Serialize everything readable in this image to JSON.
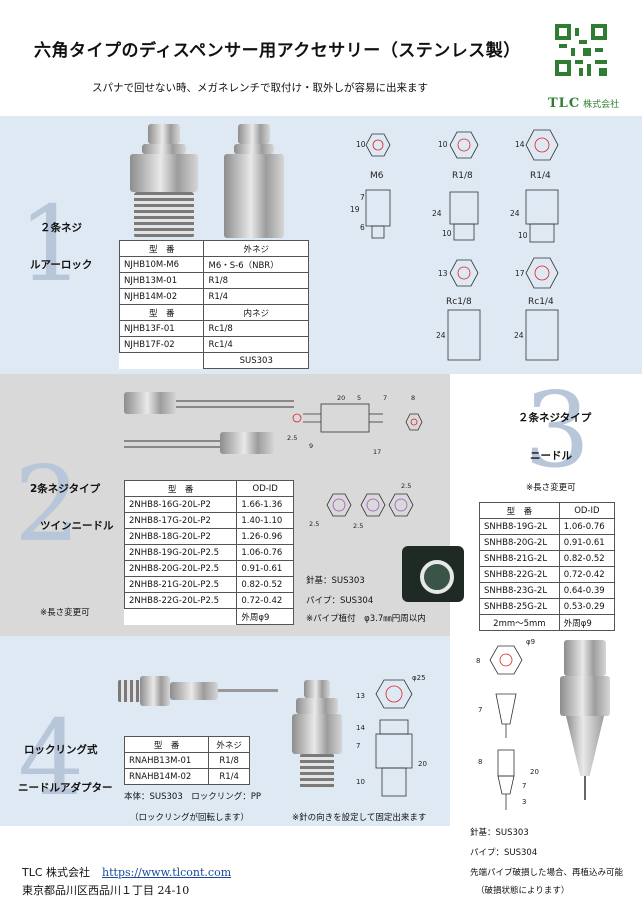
{
  "header": {
    "title": "六角タイプのディスペンサー用アクセサリー（ステンレス製）",
    "subtitle": "スパナで回せない時、メガネレンチで取付け・取外しが容易に出来ます",
    "brand": "TLC",
    "brand_suffix": "株式会社"
  },
  "s1": {
    "num": "1",
    "label1": "２条ネジ",
    "label2": "ルアーロック",
    "h1": [
      "型　番",
      "外ネジ"
    ],
    "rows1": [
      [
        "NJHB10M-M6",
        "M6・S-6（NBR）"
      ],
      [
        "NJHB13M-01",
        "R1/8"
      ],
      [
        "NJHB14M-02",
        "R1/4"
      ]
    ],
    "h2": [
      "型　番",
      "内ネジ"
    ],
    "rows2": [
      [
        "NJHB13F-01",
        "Rc1/8"
      ],
      [
        "NJHB17F-02",
        "Rc1/4"
      ]
    ],
    "material": "SUS303",
    "dwg": {
      "m6": "M6",
      "r18": "R1/8",
      "r14": "R1/4",
      "rc18": "Rc1/8",
      "rc14": "Rc1/4",
      "d10": "10",
      "d13": "13",
      "d14": "14",
      "d17": "17",
      "d19": "19",
      "d24": "24",
      "d7": "7",
      "d6": "6"
    }
  },
  "s2": {
    "num": "2",
    "label1": "2条ネジタイプ",
    "label2": "ツインニードル",
    "header": [
      "型　番",
      "OD-ID"
    ],
    "rows": [
      [
        "2NHB8-16G-20L-P2",
        "1.66-1.36"
      ],
      [
        "2NHB8-17G-20L-P2",
        "1.40-1.10"
      ],
      [
        "2NHB8-18G-20L-P2",
        "1.26-0.96"
      ],
      [
        "2NHB8-19G-20L-P2.5",
        "1.06-0.76"
      ],
      [
        "2NHB8-20G-20L-P2.5",
        "0.91-0.61"
      ],
      [
        "2NHB8-21G-20L-P2.5",
        "0.82-0.52"
      ],
      [
        "2NHB8-22G-20L-P2.5",
        "0.72-0.42"
      ]
    ],
    "od": "外周φ9",
    "length_note": "※長さ変更可",
    "base": "針基：SUS303",
    "pipe": "パイプ：SUS304",
    "pipe_note": "※パイプ植付　φ3.7㎜円周以内",
    "dwg": {
      "d20": "20",
      "d5": "5",
      "d7": "7",
      "d8": "8",
      "d17": "17",
      "d9": "9",
      "p25": "2.5"
    }
  },
  "s3": {
    "num": "3",
    "label1": "２条ネジタイプ",
    "label2": "ニードル",
    "length_note": "※長さ変更可",
    "header": [
      "型　番",
      "OD-ID"
    ],
    "rows": [
      [
        "SNHB8-19G-2L",
        "1.06-0.76"
      ],
      [
        "SNHB8-20G-2L",
        "0.91-0.61"
      ],
      [
        "SNHB8-21G-2L",
        "0.82-0.52"
      ],
      [
        "SNHB8-22G-2L",
        "0.72-0.42"
      ],
      [
        "SNHB8-23G-2L",
        "0.64-0.39"
      ],
      [
        "SNHB8-25G-2L",
        "0.53-0.29"
      ]
    ],
    "foot_left": "2mm〜5mm",
    "foot_right": "外周φ9",
    "base": "針基：SUS303",
    "pipe": "パイプ：SUS304",
    "repair1": "先端パイプ破損した場合、再植込み可能",
    "repair2": "（破損状態によります）",
    "dwg": {
      "d8": "8",
      "d20": "20",
      "d7": "7",
      "d3": "3",
      "p9": "φ9"
    }
  },
  "s4": {
    "num": "4",
    "label1": "ロックリング式",
    "label2": "ニードルアダプター",
    "header": [
      "型　番",
      "外ネジ"
    ],
    "rows": [
      [
        "RNAHB13M-01",
        "R1/8"
      ],
      [
        "RNAHB14M-02",
        "R1/4"
      ]
    ],
    "material": "本体：SUS303　ロックリング：PP",
    "ring_note": "（ロックリングが回転します）",
    "fix_note": "※針の向きを設定して固定出来ます",
    "dwg": {
      "d13": "13",
      "d14": "14",
      "d7": "7",
      "d10": "10",
      "d20": "20",
      "p25": "φ25"
    }
  },
  "footer": {
    "company": "TLC 株式会社",
    "url": "https://www.tlcont.com",
    "address": "東京都品川区西品川１丁目 24-10"
  }
}
